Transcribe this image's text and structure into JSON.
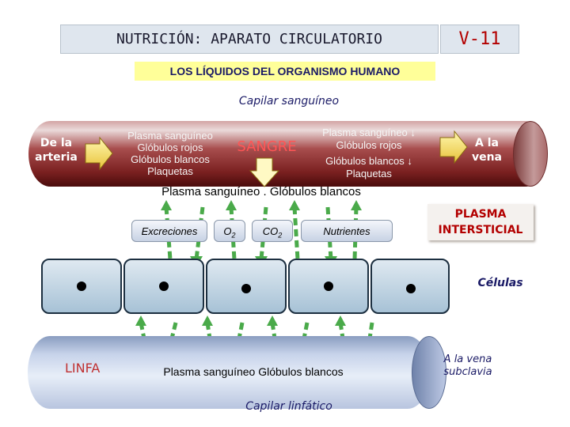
{
  "header": {
    "title": "NUTRICIÓN: APARATO CIRCULATORIO",
    "code": "V-11"
  },
  "subtitle": "LOS LÍQUIDOS DEL ORGANISMO HUMANO",
  "capillary": {
    "label": "Capilar sanguíneo",
    "from_label_1": "De la",
    "from_label_2": "arteria",
    "to_label_1": "A la",
    "to_label_2": "vena",
    "left_items": [
      "Plasma sanguíneo",
      "Glóbulos rojos",
      "Glóbulos blancos",
      "Plaquetas"
    ],
    "center": "SANGRE",
    "right_items": [
      "Plasma sanguíneo",
      "Glóbulos rojos",
      "Glóbulos blancos",
      "Plaquetas"
    ],
    "down_arrow_glyph": "↓"
  },
  "filtrate": "Plasma sanguíneo . Glóbulos blancos",
  "exchange": {
    "excreciones": "Excreciones",
    "o2": "O",
    "o2_sub": "2",
    "co2": "CO",
    "co2_sub": "2",
    "nutrientes": "Nutrientes"
  },
  "interstitial": {
    "line1": "PLASMA",
    "line2": "INTERSTICIAL"
  },
  "cells_label": "Células",
  "lymph": {
    "name": "LINFA",
    "content": "Plasma sanguíneo  Glóbulos blancos",
    "label": "Capilar linfático",
    "dest_1": "A la vena",
    "dest_2": "subclavia"
  },
  "colors": {
    "title_red": "#b30000",
    "arrow_green": "#4aaa4a",
    "blood_dark": "#7a2020",
    "label_blue": "#1a1a66"
  }
}
